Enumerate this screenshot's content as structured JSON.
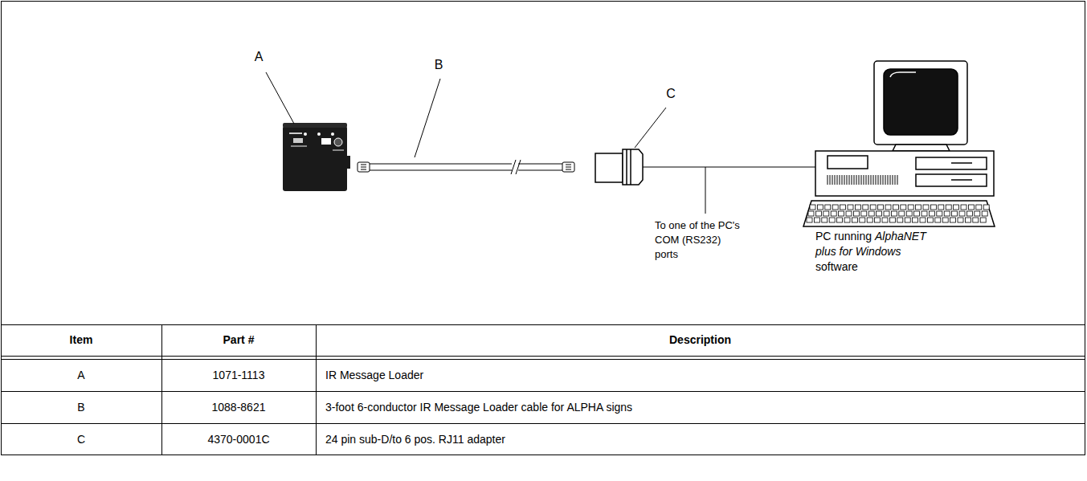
{
  "diagram": {
    "labels": [
      "A",
      "B",
      "C",
      "To one of the PC's COM (RS232) ports",
      "PC running",
      "AlphaNET plus for Windows",
      "software",
      "Item",
      "Part #",
      "Description",
      "A",
      "1071-1113",
      "IR Message Loader",
      "B",
      "1088-8621",
      "3-foot 6-conductor IR Message Loader cable for ALPHA signs",
      "C",
      "4370-0001C",
      "24 pin sub-D/to 6 pos. RJ11 adapter"
    ]
  }
}
